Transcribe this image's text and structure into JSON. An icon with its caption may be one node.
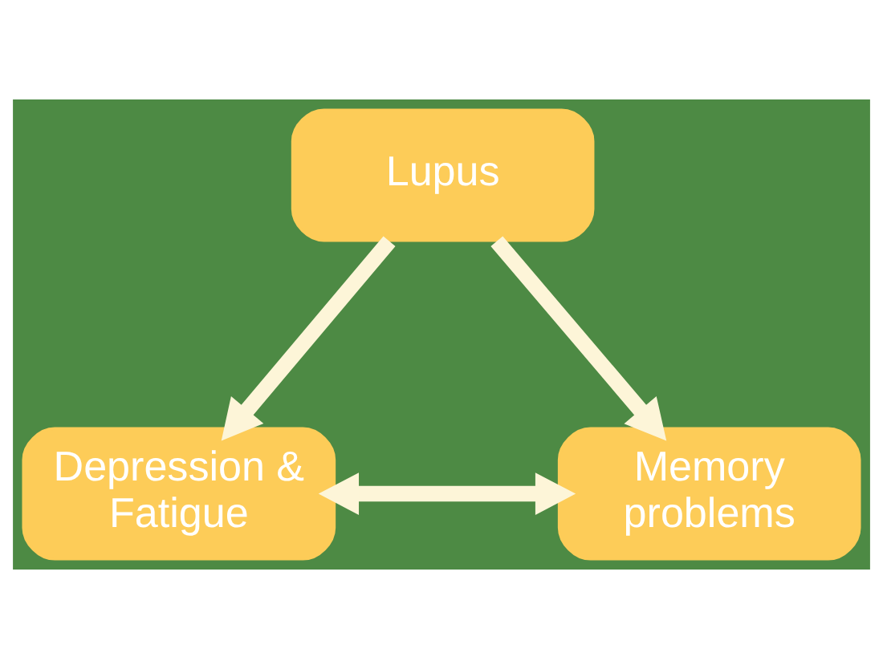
{
  "diagram": {
    "nodes": [
      {
        "text": [
          "Lupus"
        ]
      },
      {
        "text": [
          "Depression & Fatigue"
        ]
      },
      {
        "text": [
          "Memory problems"
        ]
      }
    ],
    "edges": [
      {
        "from": 0,
        "to": 1,
        "arrow": "to"
      },
      {
        "from": 0,
        "to": 2,
        "arrow": "to"
      },
      {
        "from": 1,
        "to": 2,
        "arrow": "both"
      }
    ]
  }
}
